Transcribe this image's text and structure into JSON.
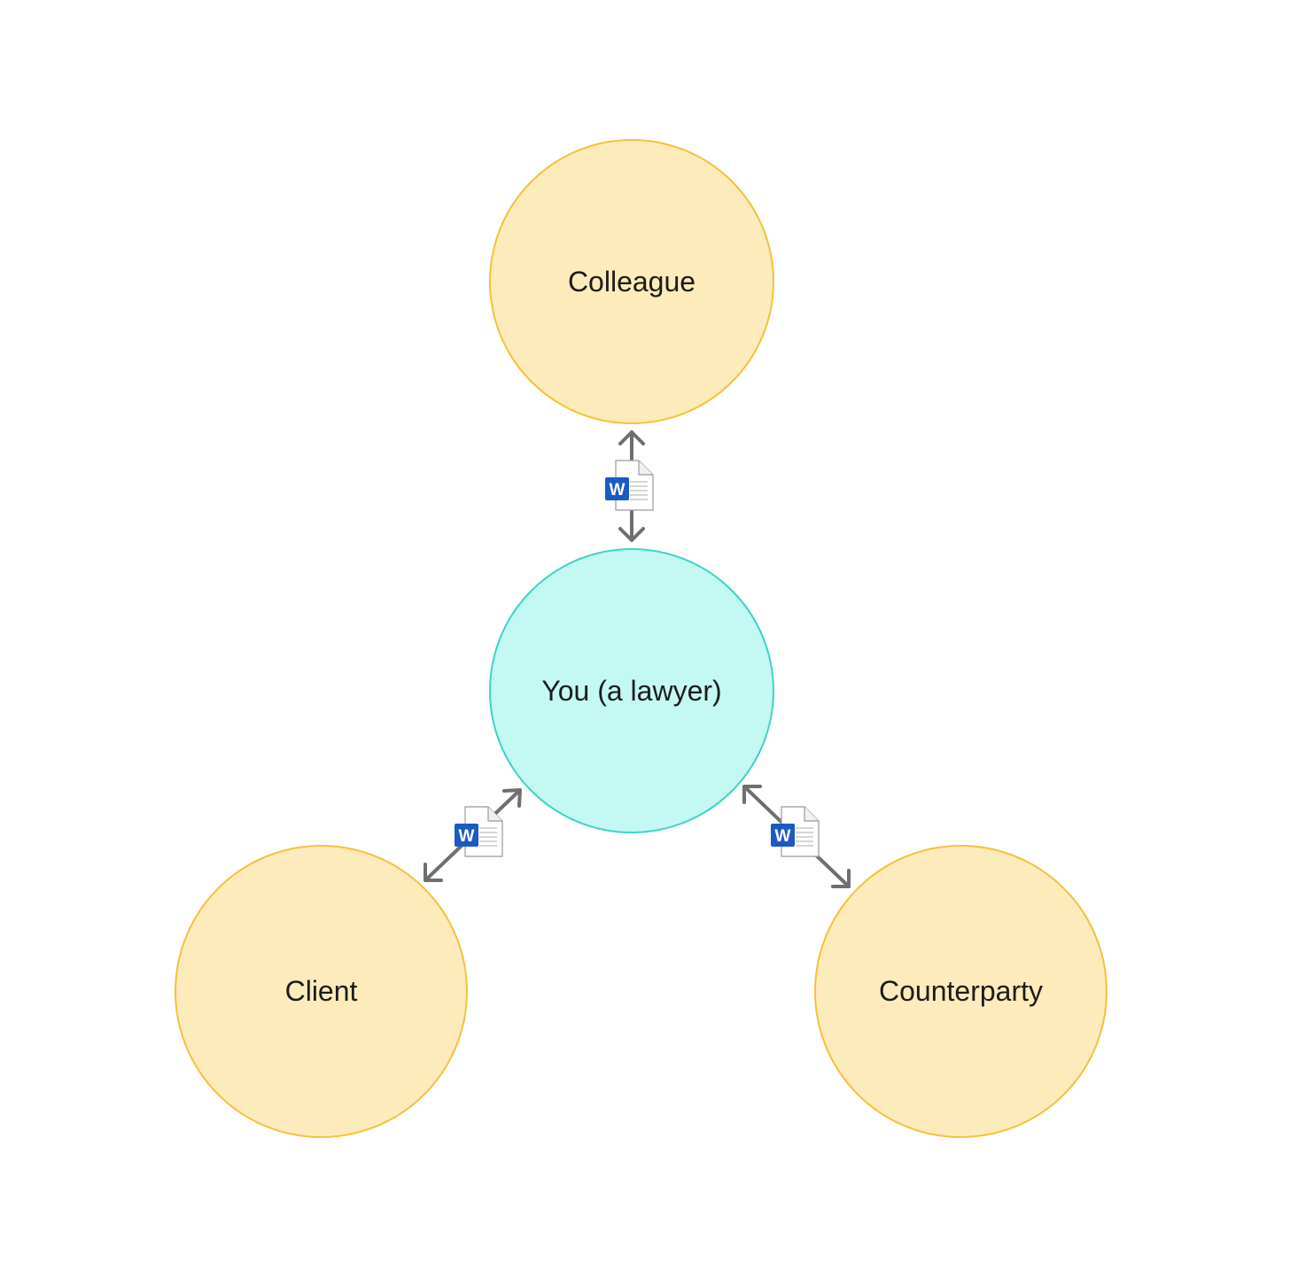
{
  "nodes": {
    "colleague": {
      "label": "Colleague"
    },
    "you": {
      "label": "You (a lawyer)"
    },
    "client": {
      "label": "Client"
    },
    "counterparty": {
      "label": "Counterparty"
    }
  },
  "document_icon": {
    "letter": "W",
    "icon": "word-document-icon"
  },
  "colors": {
    "peer_fill": "#fdebbb",
    "peer_stroke": "#f4c13a",
    "center_fill": "#c4f8f3",
    "center_stroke": "#3fd2c7",
    "arrow": "#707070",
    "word_blue": "#1b5ac4"
  }
}
